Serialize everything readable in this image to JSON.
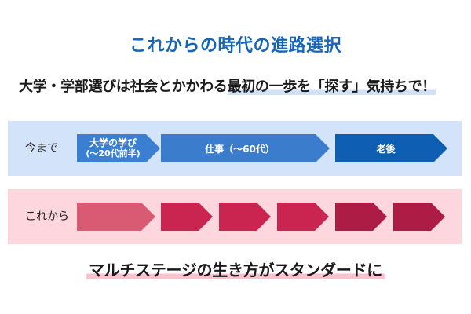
{
  "title": "これからの時代の進路選択",
  "subtitle": {
    "plain": "大学・学部選びは社会とかかわる",
    "highlighted": "最初の一歩を「探す」気持ちで！"
  },
  "rows": [
    {
      "label": "今まで",
      "arrows": [
        {
          "line1": "大学の学び",
          "line2": "(〜20代前半)",
          "color": "#3a7fd1"
        },
        {
          "line1": "仕事（〜60代）",
          "color": "#3b7dcc"
        },
        {
          "line1": "老後",
          "color": "#0e5fb3"
        }
      ]
    },
    {
      "label": "これから",
      "arrows": [
        {
          "line1": "",
          "color": "#d85a73"
        },
        {
          "line1": "",
          "color": "#c92550"
        },
        {
          "line1": "",
          "color": "#c92550"
        },
        {
          "line1": "",
          "color": "#c92550"
        },
        {
          "line1": "",
          "color": "#ad1c44"
        },
        {
          "line1": "",
          "color": "#ad1c44"
        }
      ]
    }
  ],
  "colors": {
    "title": "#1565b8",
    "panel_blue": "#d3e3fa",
    "panel_pink": "#fdd6de",
    "highlight_blue": "#cfe0f7",
    "highlight_pink": "#f8c2cf"
  },
  "footer": "マルチステージの生き方がスタンダードに"
}
